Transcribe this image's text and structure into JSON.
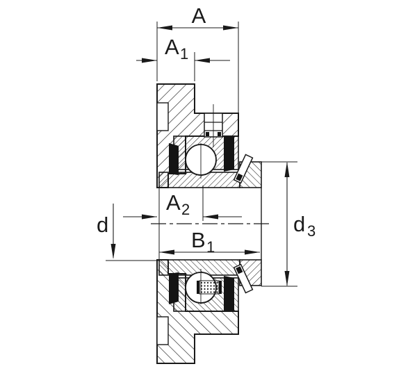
{
  "drawing": {
    "kind": "flanged-bearing-unit-cross-section",
    "colors": {
      "line": "#1a1a1a",
      "background": "#ffffff",
      "seal": "#141414"
    },
    "dimensions": {
      "A": {
        "base": "A",
        "sub": ""
      },
      "A1": {
        "base": "A",
        "sub": "1"
      },
      "A2": {
        "base": "A",
        "sub": "2"
      },
      "B1": {
        "base": "B",
        "sub": "1"
      },
      "d": {
        "base": "d",
        "sub": ""
      },
      "d3": {
        "base": "d",
        "sub": "3"
      }
    }
  }
}
